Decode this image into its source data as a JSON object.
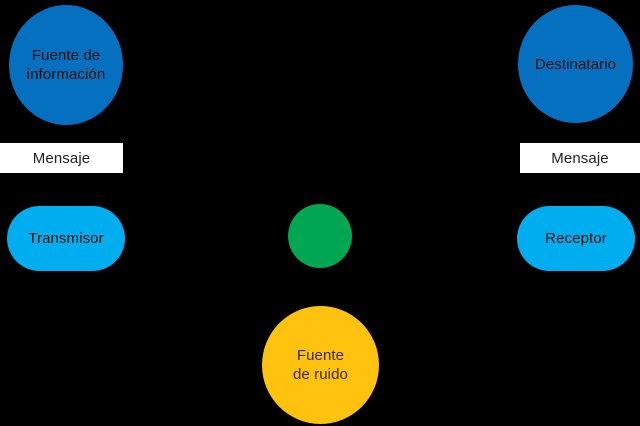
{
  "diagram": {
    "background_color": "#000000",
    "title": "",
    "nodes": [
      {
        "id": "source",
        "label": "Fuente de\ninformación",
        "shape": "circle",
        "color": "#0570C0",
        "text_color": "#111111"
      },
      {
        "id": "message_left",
        "label": "Mensaje",
        "shape": "rectangle",
        "color": "#FFFFFF",
        "text_color": "#222222"
      },
      {
        "id": "transmitter",
        "label": "Transmisor",
        "shape": "pill",
        "color": "#00AEEF",
        "text_color": "#111111"
      },
      {
        "id": "channel",
        "label": "",
        "shape": "circle",
        "color": "#00A651",
        "text_color": "#111111"
      },
      {
        "id": "noise_source",
        "label": "Fuente\nde ruido",
        "shape": "circle",
        "color": "#FFC20E",
        "text_color": "#3A2B00"
      },
      {
        "id": "receiver",
        "label": "Receptor",
        "shape": "pill",
        "color": "#00AEEF",
        "text_color": "#111111"
      },
      {
        "id": "message_right",
        "label": "Mensaje",
        "shape": "rectangle",
        "color": "#FFFFFF",
        "text_color": "#222222"
      },
      {
        "id": "destination",
        "label": "Destinatario",
        "shape": "circle",
        "color": "#0570C0",
        "text_color": "#111111"
      }
    ]
  }
}
